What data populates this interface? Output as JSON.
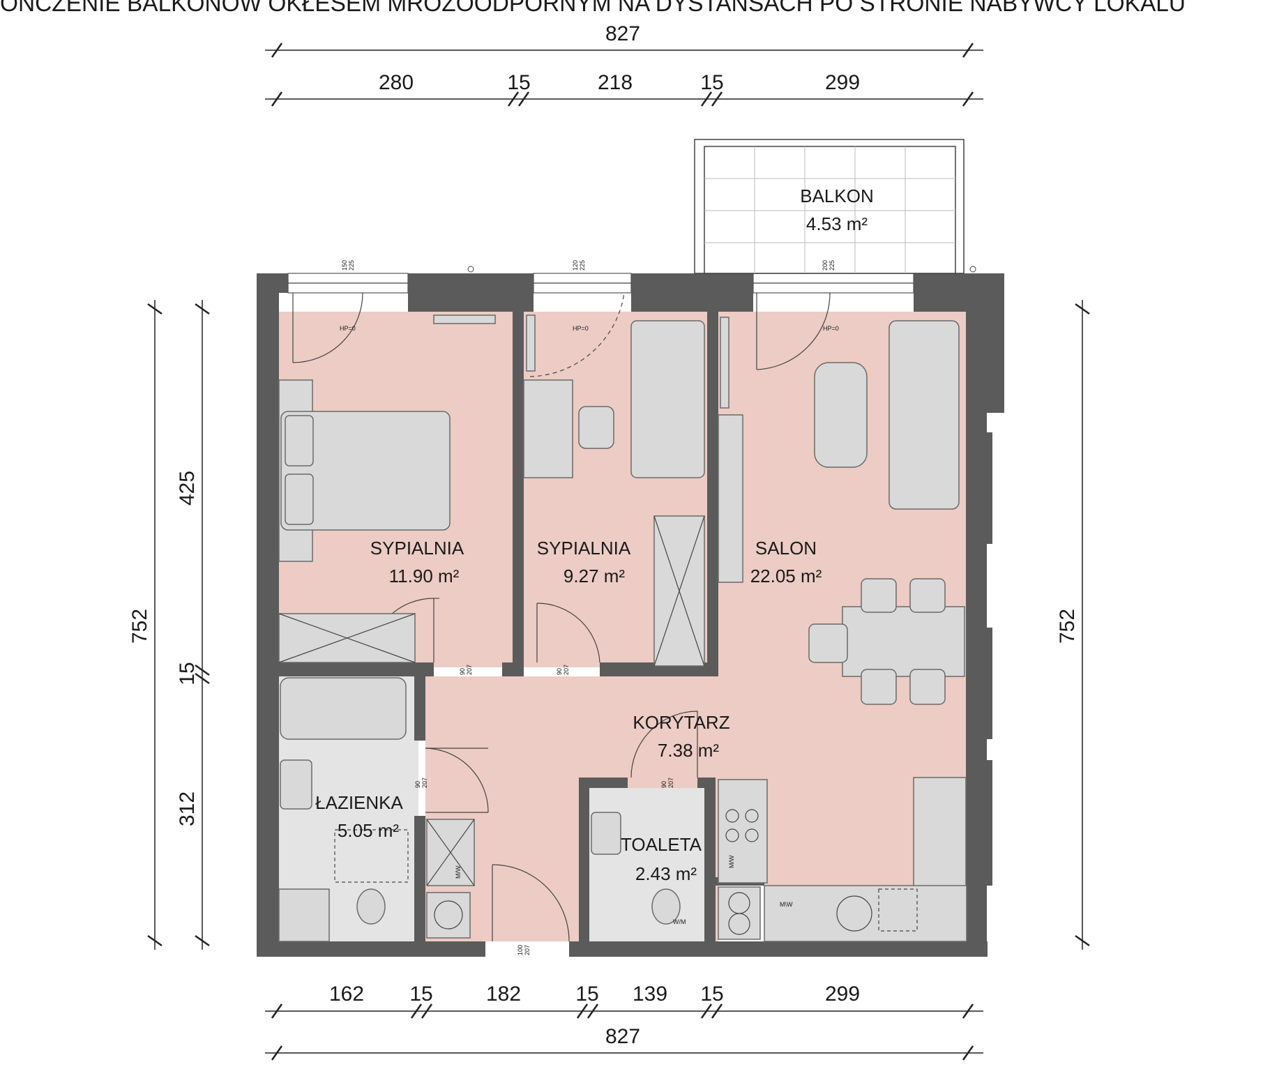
{
  "header_text": "ONCZENIE BALKONÓW OKŁESEM MROZOODPORNYM NA DYSTANSACH PO STRONIE NABYWCY LOKALU",
  "dimensions": {
    "top_total": "827",
    "top_280": "280",
    "top_15a": "15",
    "top_218": "218",
    "top_15b": "15",
    "top_299": "299",
    "bottom_162": "162",
    "bottom_15a": "15",
    "bottom_182": "182",
    "bottom_15b": "15",
    "bottom_139": "139",
    "bottom_15c": "15",
    "bottom_299": "299",
    "bottom_total": "827",
    "left_752": "752",
    "left_425": "425",
    "left_15": "15",
    "left_312": "312",
    "right_752": "752"
  },
  "rooms": {
    "balkon": {
      "name": "BALKON",
      "area": "4.53 m²"
    },
    "sypialnia1": {
      "name": "SYPIALNIA",
      "area": "11.90 m²"
    },
    "sypialnia2": {
      "name": "SYPIALNIA",
      "area": "9.27 m²"
    },
    "salon": {
      "name": "SALON",
      "area": "22.05 m²"
    },
    "korytarz": {
      "name": "KORYTARZ",
      "area": "7.38 m²"
    },
    "lazienka": {
      "name": "ŁAZIENKA",
      "area": "5.05 m²"
    },
    "toaleta": {
      "name": "TOALETA",
      "area": "2.43 m²"
    }
  },
  "windows": {
    "w1": {
      "top": "150",
      "bottom": "225",
      "hp": "HP=0"
    },
    "w2": {
      "top": "120",
      "bottom": "225",
      "hp": "HP=0"
    },
    "w3": {
      "top": "200",
      "bottom": "225",
      "hp": "HP=0"
    }
  },
  "doors": {
    "d1": {
      "top": "90",
      "bottom": "207"
    },
    "d2": {
      "top": "90",
      "bottom": "207"
    },
    "d3": {
      "top": "90",
      "bottom": "207"
    },
    "d4": {
      "top": "90",
      "bottom": "207"
    },
    "d5": {
      "top": "100",
      "bottom": "207"
    }
  },
  "appliance_labels": {
    "mw1": "M/W",
    "mw2": "M/W",
    "mw3": "M\\W",
    "wm": "W/M"
  }
}
